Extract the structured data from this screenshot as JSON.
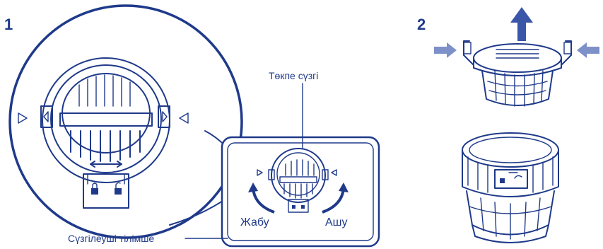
{
  "steps": {
    "step1": "1",
    "step2": "2"
  },
  "labels": {
    "drain_filter": "Төкпе сүзгі",
    "close": "Жабу",
    "open": "Ашу",
    "filter_grille": "Сүзгілеуші тілімше"
  },
  "colors": {
    "ink": "#1f3a8a",
    "arrow": "#5a6fb3",
    "fill_light": "#eef2fb"
  }
}
